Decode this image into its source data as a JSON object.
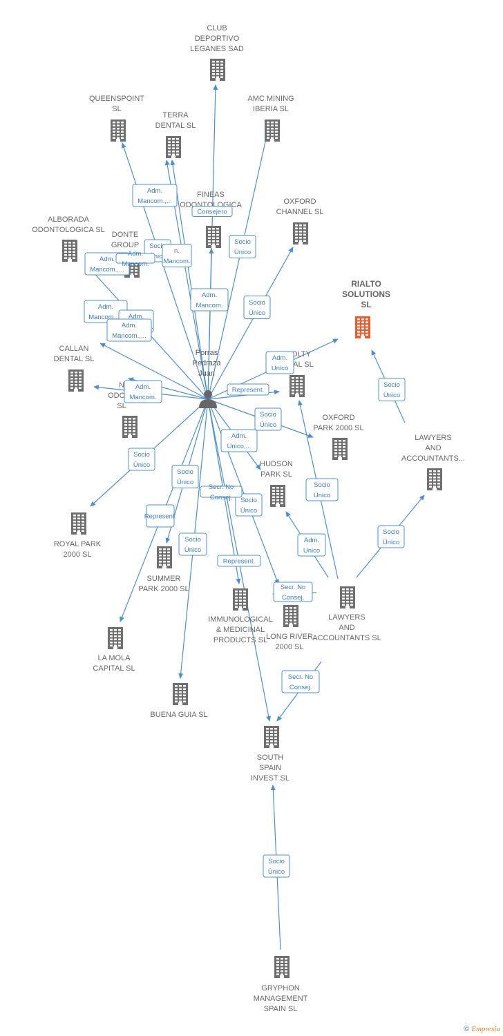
{
  "center": {
    "id": "porras",
    "lines": [
      "Porras",
      "Pedraza",
      "Juan"
    ]
  },
  "nodes": [
    {
      "id": "club",
      "lines": [
        "CLUB",
        "DEPORTIVO",
        "LEGANES SAD"
      ]
    },
    {
      "id": "queens",
      "lines": [
        "QUEENSPOINT",
        "SL"
      ]
    },
    {
      "id": "terra",
      "lines": [
        "TERRA",
        "DENTAL SL"
      ]
    },
    {
      "id": "amc",
      "lines": [
        "AMC MINING",
        "IBERIA  SL"
      ]
    },
    {
      "id": "fineas",
      "lines": [
        "FINEAS",
        "ODONTOLOGICA"
      ]
    },
    {
      "id": "oxfordch",
      "lines": [
        "OXFORD",
        "CHANNEL  SL"
      ]
    },
    {
      "id": "alborada",
      "lines": [
        "ALBORADA",
        "ODONTOLOGICA SL"
      ]
    },
    {
      "id": "donte",
      "lines": [
        "DONTE",
        "GROUP"
      ]
    },
    {
      "id": "rialto",
      "lines": [
        "RIALTO",
        "SOLUTIONS",
        "SL"
      ],
      "highlight": true
    },
    {
      "id": "callan",
      "lines": [
        "CALLAN",
        "DENTAL SL"
      ]
    },
    {
      "id": "nodont",
      "lines": [
        "N",
        "ODONT",
        "SL"
      ]
    },
    {
      "id": "dolty",
      "lines": [
        "OLTY",
        "TAL SL"
      ]
    },
    {
      "id": "oxfordpk",
      "lines": [
        "OXFORD",
        "PARK 2000  SL"
      ]
    },
    {
      "id": "lawyersT",
      "lines": [
        "LAWYERS",
        "AND",
        "ACCOUNTANTS..."
      ]
    },
    {
      "id": "hudson",
      "lines": [
        "HUDSON",
        "PARK SL"
      ]
    },
    {
      "id": "royal",
      "lines": [
        "ROYAL PARK",
        "2000  SL"
      ]
    },
    {
      "id": "summer",
      "lines": [
        "SUMMER",
        "PARK 2000  SL"
      ]
    },
    {
      "id": "immuno",
      "lines": [
        "IMMUNOLOGICAL",
        "& MEDICINAL",
        "PRODUCTS SL"
      ]
    },
    {
      "id": "longriver",
      "lines": [
        "LONG RIVER",
        "2000  SL"
      ]
    },
    {
      "id": "lawyersB",
      "lines": [
        "LAWYERS",
        "AND",
        "ACCOUNTANTS SL"
      ]
    },
    {
      "id": "lamola",
      "lines": [
        "LA MOLA",
        "CAPITAL  SL"
      ]
    },
    {
      "id": "buena",
      "lines": [
        "BUENA GUIA  SL"
      ]
    },
    {
      "id": "southspain",
      "lines": [
        "SOUTH",
        "SPAIN",
        "INVEST SL"
      ]
    },
    {
      "id": "gryphon",
      "lines": [
        "GRYPHON",
        "MANAGEMENT",
        "SPAIN  SL"
      ]
    }
  ],
  "relations": [
    {
      "lines": [
        "Adm.",
        "Mancom.,..."
      ]
    },
    {
      "lines": [
        "Consejero"
      ]
    },
    {
      "lines": [
        "Socio",
        "Único"
      ]
    },
    {
      "lines": [
        "Socio",
        "Único"
      ]
    },
    {
      "lines": [
        "n.",
        "Mancom."
      ]
    },
    {
      "lines": [
        "Adm.",
        "Mancom.,..."
      ]
    },
    {
      "lines": [
        "Adm.",
        "Mancom."
      ]
    },
    {
      "lines": [
        "Adm.",
        "Mancom.,..."
      ]
    },
    {
      "lines": [
        "Adm.",
        "Mancom.,..."
      ]
    },
    {
      "lines": [
        "Adm.",
        "Mancom.,..."
      ]
    },
    {
      "lines": [
        "Adm.",
        "Mancom."
      ]
    },
    {
      "lines": [
        "Socio",
        "Único"
      ]
    },
    {
      "lines": [
        "Adm.",
        "Unico"
      ]
    },
    {
      "lines": [
        "Adm.",
        "Mancom."
      ]
    },
    {
      "lines": [
        "Represent."
      ]
    },
    {
      "lines": [
        "Socio",
        "Único"
      ]
    },
    {
      "lines": [
        "Adm.",
        "Unico,..."
      ]
    },
    {
      "lines": [
        "Socio",
        "Único"
      ]
    },
    {
      "lines": [
        "Socio",
        "Único"
      ]
    },
    {
      "lines": [
        "Represent."
      ]
    },
    {
      "lines": [
        "Socio",
        "Único"
      ]
    },
    {
      "lines": [
        "Secr.  No",
        "Consej."
      ]
    },
    {
      "lines": [
        "Socio",
        "Único"
      ]
    },
    {
      "lines": [
        "Socio",
        "Único"
      ]
    },
    {
      "lines": [
        "Adm.",
        "Unico"
      ]
    },
    {
      "lines": [
        "Socio",
        "Único"
      ]
    },
    {
      "lines": [
        "Socio",
        "Único"
      ]
    },
    {
      "lines": [
        "Represent."
      ]
    },
    {
      "lines": [
        "Secr.  No",
        "Consej."
      ]
    },
    {
      "lines": [
        "Secr.  No",
        "Consej."
      ]
    },
    {
      "lines": [
        "Socio",
        "Único"
      ]
    }
  ],
  "colors": {
    "edge": "#4a8fd4",
    "building": "#6f6f6f",
    "highlight": "#f05a28",
    "person": "#666666"
  },
  "footer": {
    "copyright": "©",
    "brand": "Empresia"
  }
}
